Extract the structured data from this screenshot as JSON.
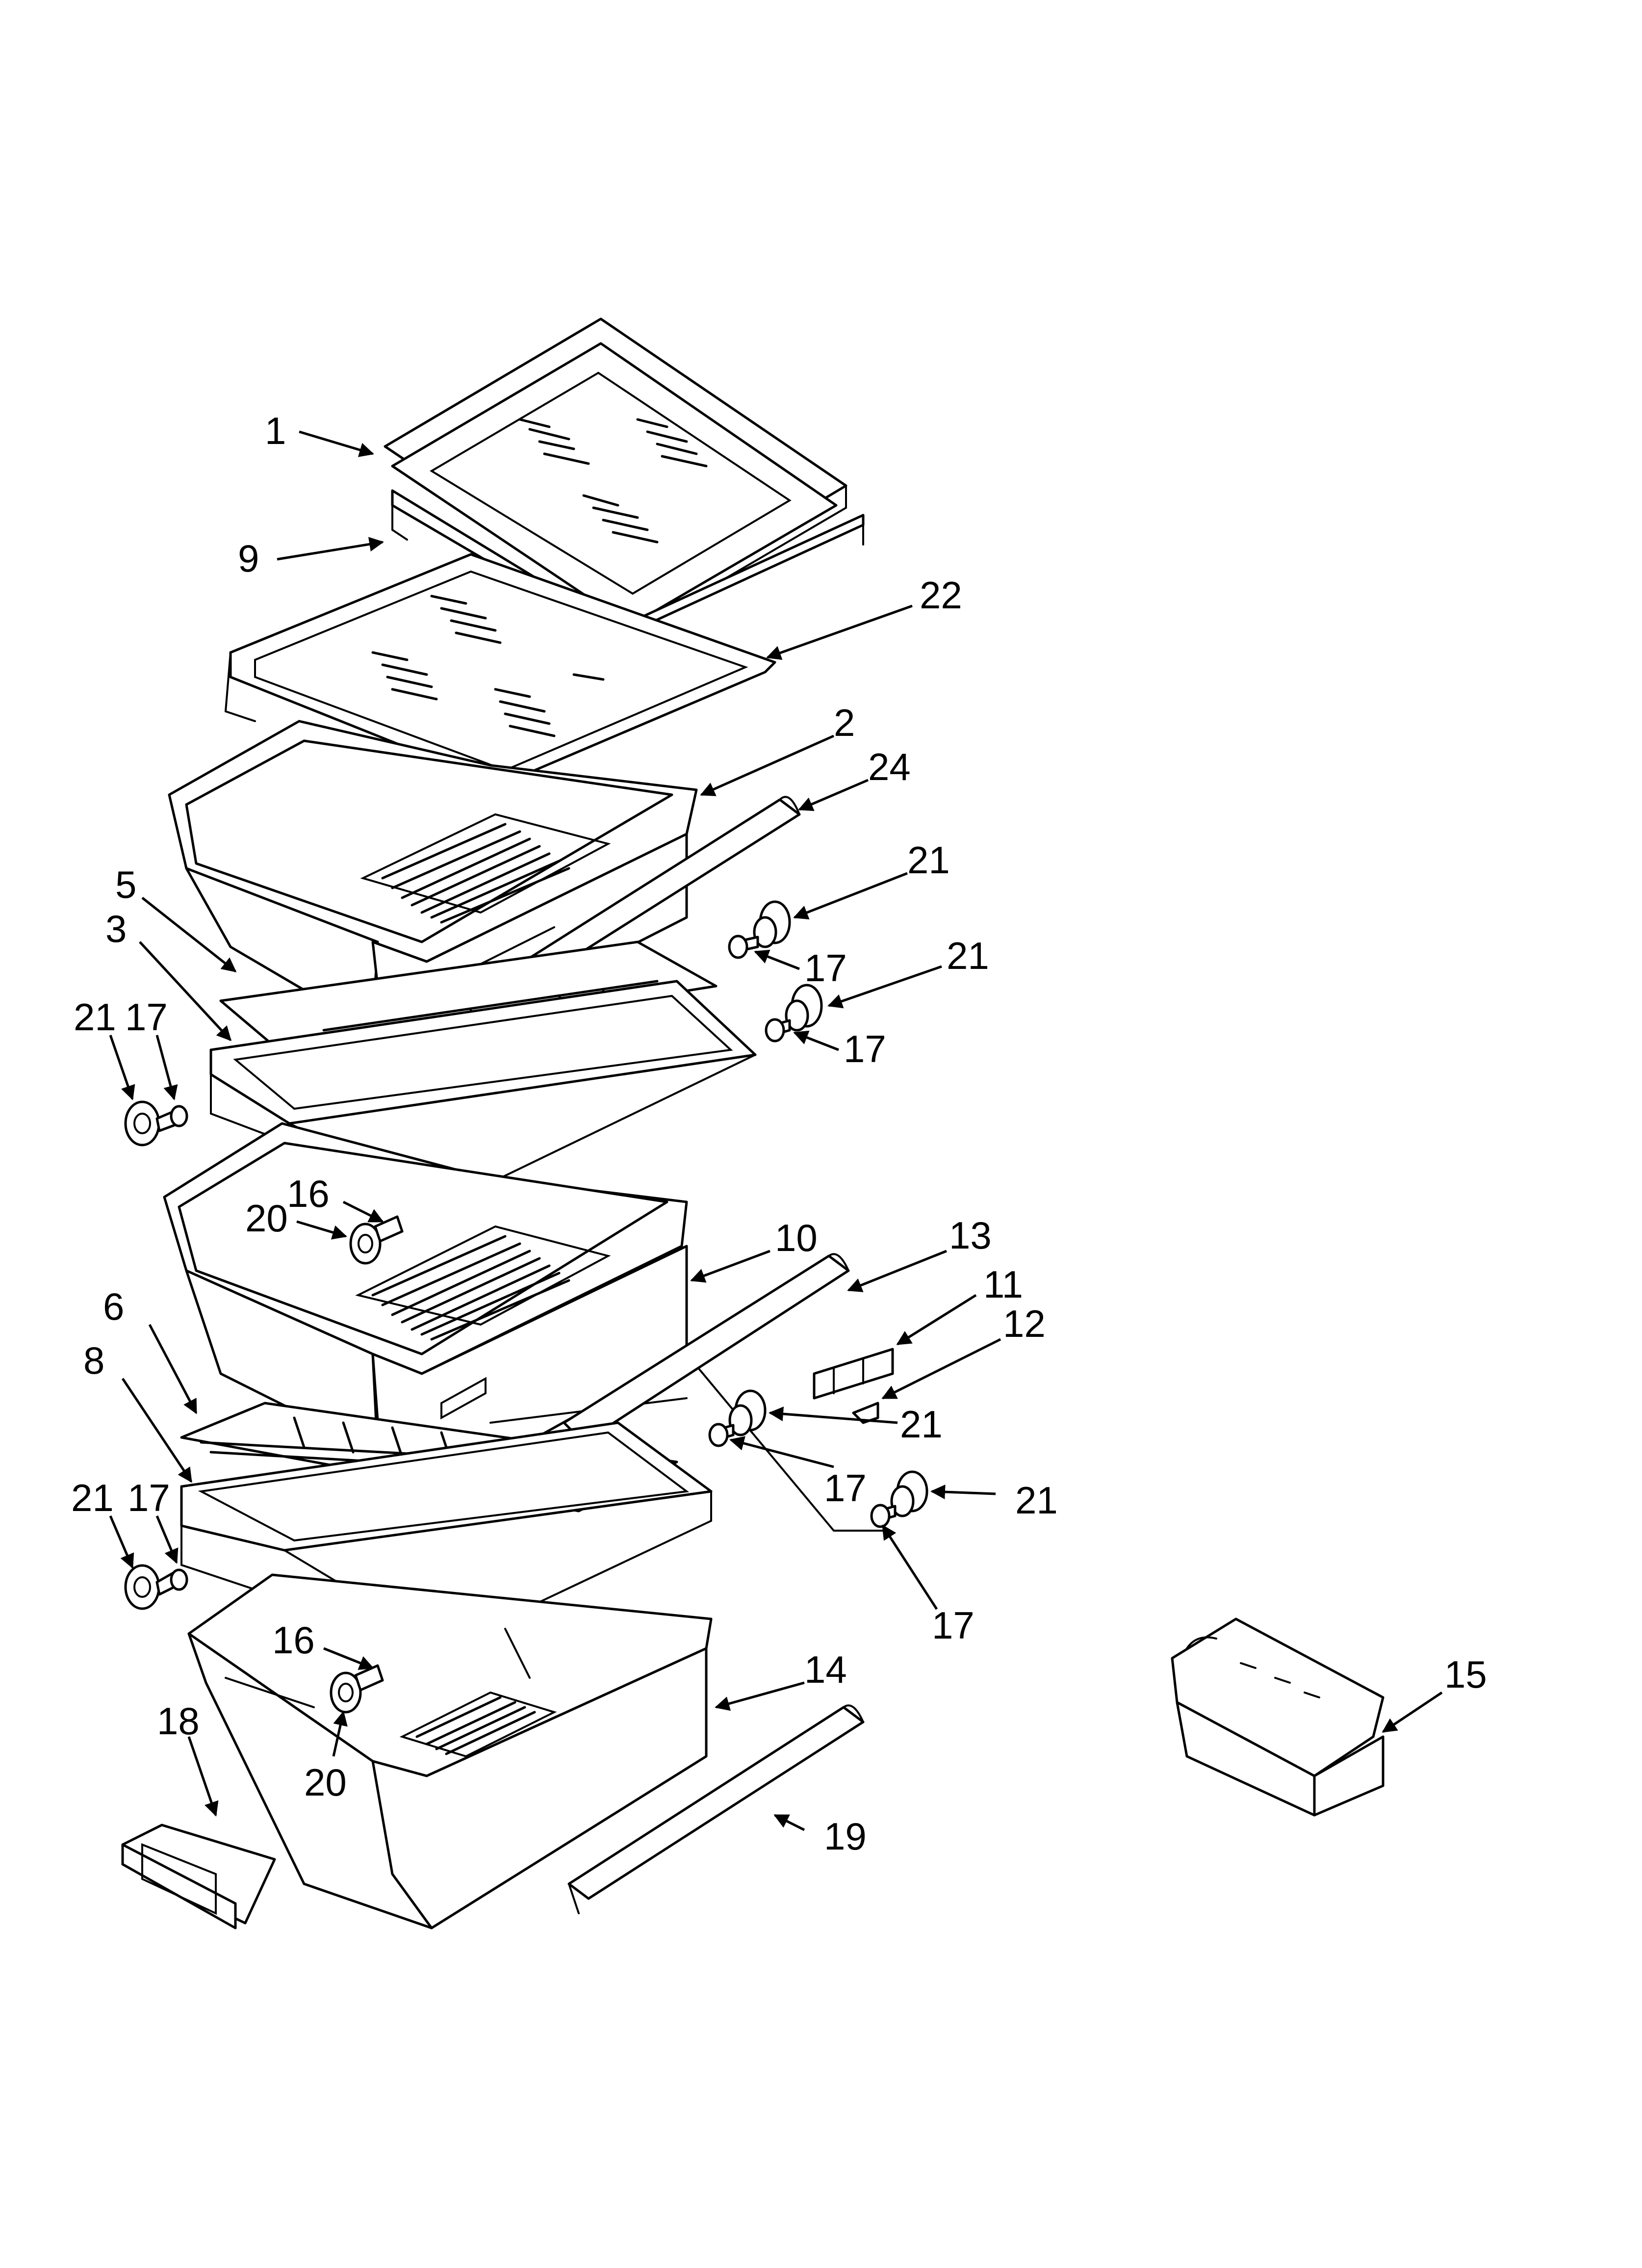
{
  "callouts": [
    {
      "id": "c1",
      "text": "1"
    },
    {
      "id": "c9",
      "text": "9"
    },
    {
      "id": "c22",
      "text": "22"
    },
    {
      "id": "c2",
      "text": "2"
    },
    {
      "id": "c24",
      "text": "24"
    },
    {
      "id": "c21a",
      "text": "21"
    },
    {
      "id": "c17a",
      "text": "17"
    },
    {
      "id": "c21b",
      "text": "21"
    },
    {
      "id": "c17b",
      "text": "17"
    },
    {
      "id": "c5",
      "text": "5"
    },
    {
      "id": "c3",
      "text": "3"
    },
    {
      "id": "c21c",
      "text": "21"
    },
    {
      "id": "c17c",
      "text": "17"
    },
    {
      "id": "c16a",
      "text": "16"
    },
    {
      "id": "c20a",
      "text": "20"
    },
    {
      "id": "c10",
      "text": "10"
    },
    {
      "id": "c13",
      "text": "13"
    },
    {
      "id": "c11",
      "text": "11"
    },
    {
      "id": "c12",
      "text": "12"
    },
    {
      "id": "c6",
      "text": "6"
    },
    {
      "id": "c8",
      "text": "8"
    },
    {
      "id": "c21d",
      "text": "21"
    },
    {
      "id": "c17d",
      "text": "17"
    },
    {
      "id": "c21e",
      "text": "21"
    },
    {
      "id": "c17e",
      "text": "17"
    },
    {
      "id": "c21f",
      "text": "21"
    },
    {
      "id": "c17f",
      "text": "17"
    },
    {
      "id": "c16b",
      "text": "16"
    },
    {
      "id": "c20b",
      "text": "20"
    },
    {
      "id": "c14",
      "text": "14"
    },
    {
      "id": "c18",
      "text": "18"
    },
    {
      "id": "c19",
      "text": "19"
    },
    {
      "id": "c15",
      "text": "15"
    }
  ]
}
